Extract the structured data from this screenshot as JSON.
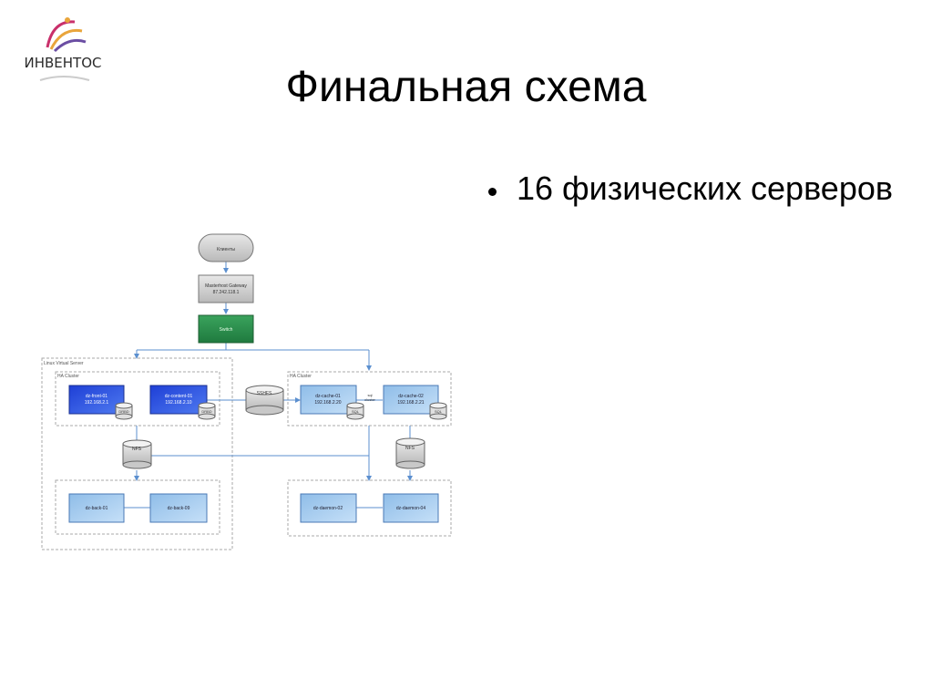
{
  "logo": {
    "text": "ИНВЕНТОС"
  },
  "slide": {
    "title": "Финальная схема",
    "bullets": [
      {
        "text": "16 физических серверов"
      }
    ]
  },
  "diagram": {
    "clients": "Клиенты",
    "gateway": {
      "line1": "Masterhost Gateway",
      "line2": "87.242.118.1"
    },
    "switch": "Switch",
    "lvs_label": "Linux Virtual Server",
    "ha_left_label": "HA Cluster",
    "ha_right_label": "HA Cluster",
    "front": {
      "line1": "dz-front-01",
      "line2": "192.168.2.1"
    },
    "content": {
      "line1": "dz-content-01",
      "line2": "192.168.2.10"
    },
    "drbd_1": "DRBD",
    "drbd_2": "DRBD",
    "sshfs": "SSHFS",
    "cache1": {
      "line1": "dz-cache-01",
      "line2": "192.168.2.20"
    },
    "cache2": {
      "line1": "dz-cache-02",
      "line2": "192.168.2.21"
    },
    "sql_1": "SQL",
    "sql_2": "SQL",
    "sql_cluster": {
      "line1": "sql",
      "line2": "cluster"
    },
    "nfs_left": "NFS",
    "nfs_right": "NFS",
    "back1": "dz-back-01",
    "back9": "dz-back-09",
    "daemon2": "dz-daemon-02",
    "daemon4": "dz-daemon-04"
  },
  "colors": {
    "dark_blue_box": "#2f56e0",
    "light_blue_box": "#a9cdf0",
    "switch_green": "#2e8b4e",
    "connector": "#5b8fcf"
  },
  "icons": {
    "bullet": "bullet-dot"
  }
}
